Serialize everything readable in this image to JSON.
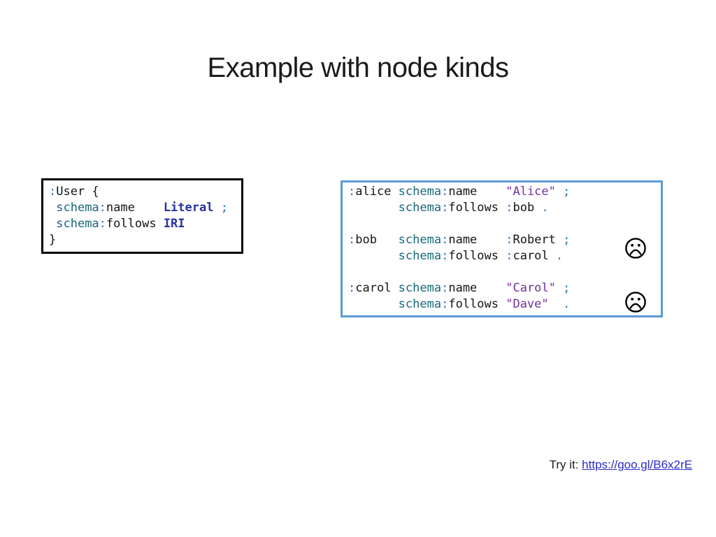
{
  "title": "Example with node kinds",
  "colors": {
    "plain": "#141414",
    "prefix": "#18687A",
    "punct": "#2E75B6",
    "keyword": "#2633A0",
    "string": "#7030A0",
    "schema_box_border": "#000000",
    "data_box_border": "#5B9BD5",
    "link": "#2B2BCC"
  },
  "schema_box": {
    "lines": [
      [
        [
          "punct",
          ":"
        ],
        [
          "plain",
          "User {"
        ]
      ],
      [
        [
          "plain",
          " "
        ],
        [
          "prefix",
          "schema"
        ],
        [
          "punct",
          ":"
        ],
        [
          "plain",
          "name    "
        ],
        [
          "keyword",
          "Literal"
        ],
        [
          "plain",
          " "
        ],
        [
          "punct",
          ";"
        ]
      ],
      [
        [
          "plain",
          " "
        ],
        [
          "prefix",
          "schema"
        ],
        [
          "punct",
          ":"
        ],
        [
          "plain",
          "follows "
        ],
        [
          "keyword",
          "IRI"
        ]
      ],
      [
        [
          "plain",
          "}"
        ]
      ]
    ]
  },
  "data_box": {
    "lines": [
      [
        [
          "punct",
          ":"
        ],
        [
          "plain",
          "alice "
        ],
        [
          "prefix",
          "schema"
        ],
        [
          "punct",
          ":"
        ],
        [
          "plain",
          "name    "
        ],
        [
          "string",
          "\"Alice\""
        ],
        [
          "plain",
          " "
        ],
        [
          "punct",
          ";"
        ]
      ],
      [
        [
          "plain",
          "       "
        ],
        [
          "prefix",
          "schema"
        ],
        [
          "punct",
          ":"
        ],
        [
          "plain",
          "follows "
        ],
        [
          "punct",
          ":"
        ],
        [
          "plain",
          "bob "
        ],
        [
          "punct",
          "."
        ]
      ],
      [],
      [
        [
          "punct",
          ":"
        ],
        [
          "plain",
          "bob   "
        ],
        [
          "prefix",
          "schema"
        ],
        [
          "punct",
          ":"
        ],
        [
          "plain",
          "name    "
        ],
        [
          "punct",
          ":"
        ],
        [
          "plain",
          "Robert "
        ],
        [
          "punct",
          ";"
        ]
      ],
      [
        [
          "plain",
          "       "
        ],
        [
          "prefix",
          "schema"
        ],
        [
          "punct",
          ":"
        ],
        [
          "plain",
          "follows "
        ],
        [
          "punct",
          ":"
        ],
        [
          "plain",
          "carol "
        ],
        [
          "punct",
          "."
        ]
      ],
      [],
      [
        [
          "punct",
          ":"
        ],
        [
          "plain",
          "carol "
        ],
        [
          "prefix",
          "schema"
        ],
        [
          "punct",
          ":"
        ],
        [
          "plain",
          "name    "
        ],
        [
          "string",
          "\"Carol\""
        ],
        [
          "plain",
          " "
        ],
        [
          "punct",
          ";"
        ]
      ],
      [
        [
          "plain",
          "       "
        ],
        [
          "prefix",
          "schema"
        ],
        [
          "punct",
          ":"
        ],
        [
          "plain",
          "follows "
        ],
        [
          "string",
          "\"Dave\""
        ],
        [
          "plain",
          "  "
        ],
        [
          "punct",
          "."
        ]
      ]
    ],
    "icons": [
      {
        "name": "sad-face-icon"
      },
      {
        "name": "sad-face-icon"
      }
    ]
  },
  "footer": {
    "label": "Try it: ",
    "link_text": "https://goo.gl/B6x2rE"
  }
}
